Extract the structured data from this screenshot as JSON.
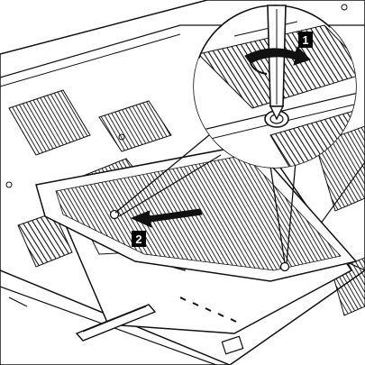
{
  "diagram": {
    "steps": [
      {
        "number": "1",
        "meaning": "unscrew"
      },
      {
        "number": "2",
        "meaning": "slide cover out"
      }
    ],
    "colors": {
      "ink": "#111111",
      "surface": "#ffffff",
      "badge": "#000000",
      "shade": "#222222"
    },
    "icons": {
      "rotate": "rotate-arrow-icon",
      "slide": "slide-arrow-icon",
      "screwdriver": "screwdriver-icon"
    }
  }
}
